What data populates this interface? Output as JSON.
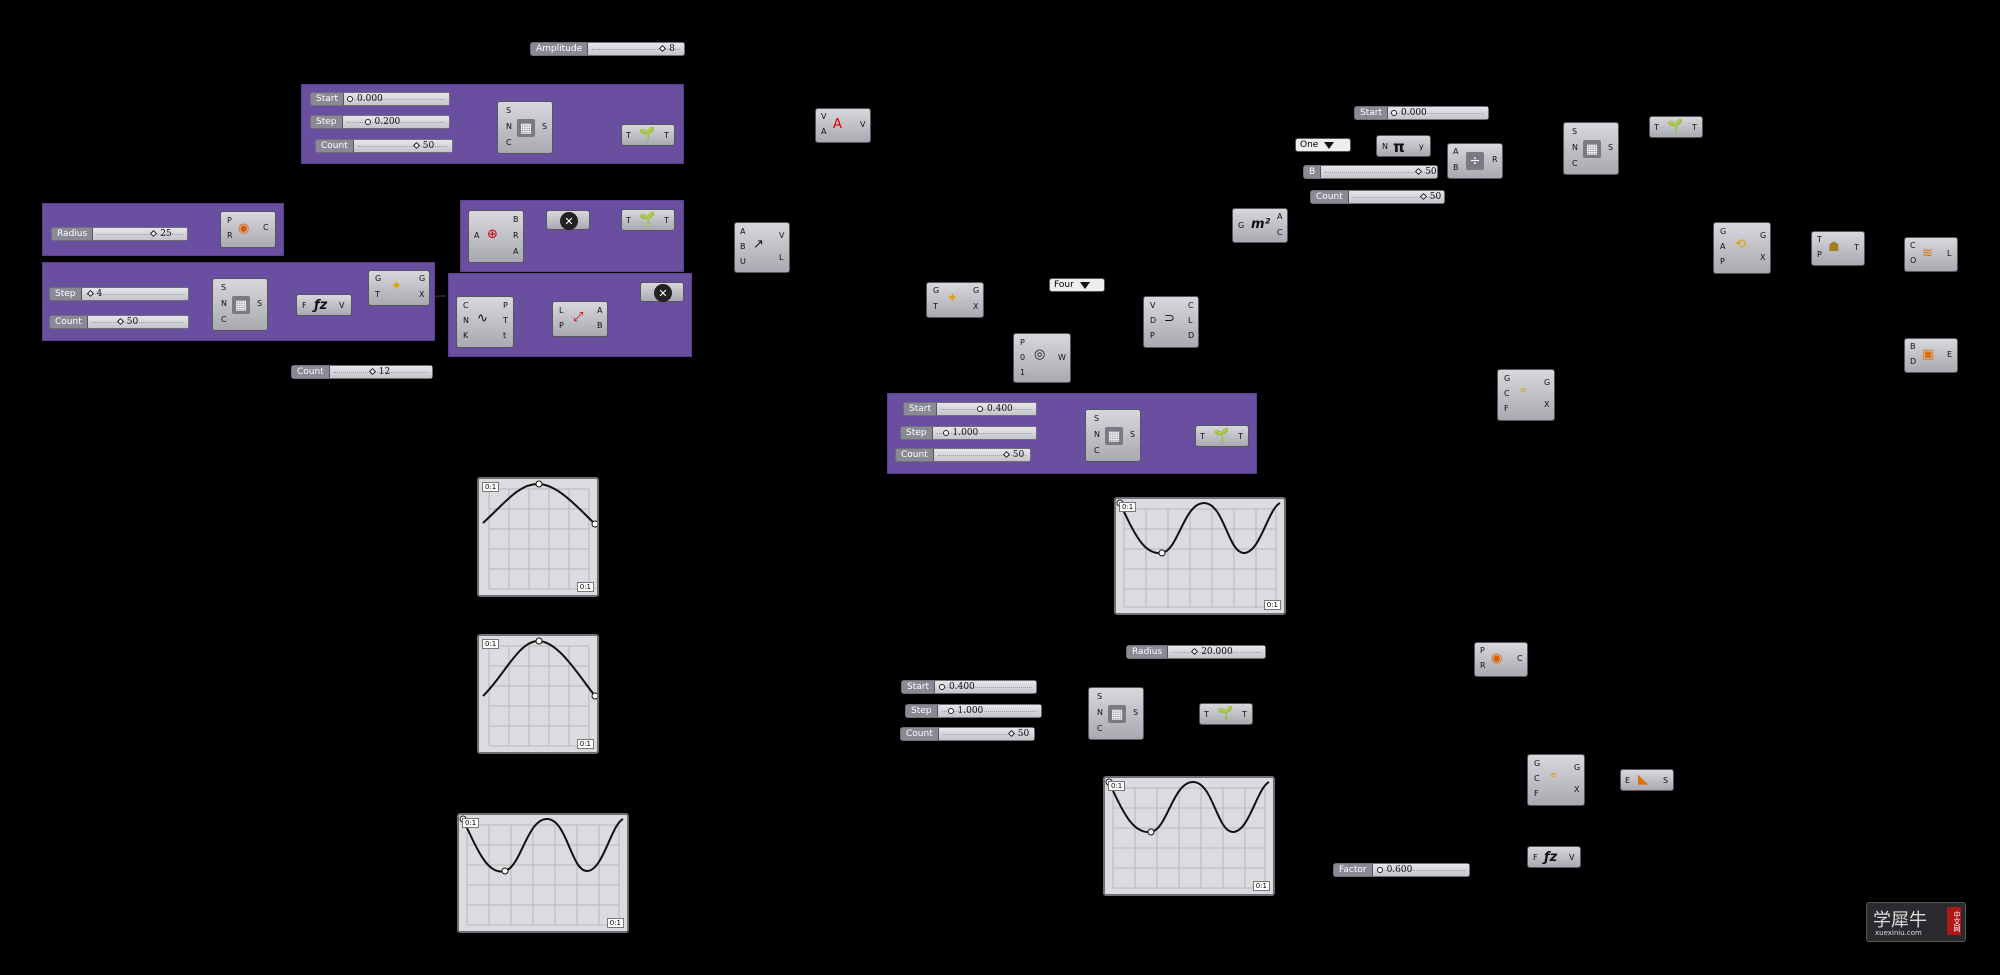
{
  "sliders": [
    {
      "id": "amplitude",
      "label": "Amplitude",
      "value": "8"
    },
    {
      "id": "g1-start",
      "label": "Start",
      "value": "0.000"
    },
    {
      "id": "g1-step",
      "label": "Step",
      "value": "0.200"
    },
    {
      "id": "g1-count",
      "label": "Count",
      "value": "50"
    },
    {
      "id": "radius-left",
      "label": "Radius",
      "value": "25"
    },
    {
      "id": "g3-step",
      "label": "Step",
      "value": "4"
    },
    {
      "id": "g3-count",
      "label": "Count",
      "value": "50"
    },
    {
      "id": "count-12",
      "label": "Count",
      "value": "12"
    },
    {
      "id": "right-start",
      "label": "Start",
      "value": "0.000"
    },
    {
      "id": "right-b",
      "label": "B",
      "value": "50"
    },
    {
      "id": "right-count",
      "label": "Count",
      "value": "50"
    },
    {
      "id": "mid-start",
      "label": "Start",
      "value": "0.400"
    },
    {
      "id": "mid-step",
      "label": "Step",
      "value": "1.000"
    },
    {
      "id": "mid-count",
      "label": "Count",
      "value": "50"
    },
    {
      "id": "radius-mid",
      "label": "Radius",
      "value": "20.000"
    },
    {
      "id": "low-start",
      "label": "Start",
      "value": "0.400"
    },
    {
      "id": "low-step",
      "label": "Step",
      "value": "1.000"
    },
    {
      "id": "low-count",
      "label": "Count",
      "value": "50"
    },
    {
      "id": "factor",
      "label": "Factor",
      "value": "0.600"
    }
  ],
  "value_lists": {
    "one": "One",
    "four": "Four"
  },
  "graph_tags": {
    "top": "0:1",
    "bottom": "0:1"
  },
  "pins": {
    "S": "S",
    "N": "N",
    "C": "C",
    "T": "T",
    "G": "G",
    "X": "X",
    "P": "P",
    "R": "R",
    "A": "A",
    "B": "B",
    "V": "V",
    "F": "F",
    "L": "L",
    "U": "U",
    "K": "K",
    "t": "t",
    "D": "D",
    "W": "W",
    "E": "E",
    "Y": "y",
    "Z": "0",
    "I": "1",
    "O": "O"
  },
  "icons": {
    "series": "series-icon",
    "tree": "tree-icon",
    "circle": "circle-icon",
    "multiply": "multiply-icon",
    "expression": "expression-icon",
    "evaluate": "evaluate-icon",
    "vector": "vector-icon",
    "area": "area-icon",
    "pi": "π",
    "unit": "m²"
  },
  "logo": {
    "main": "学犀牛",
    "sub": "xuexiniu.com",
    "badge": "中文网"
  },
  "colors": {
    "group": "#6a4ea0",
    "canvas": "#000000",
    "component": "#b8b8bf"
  }
}
